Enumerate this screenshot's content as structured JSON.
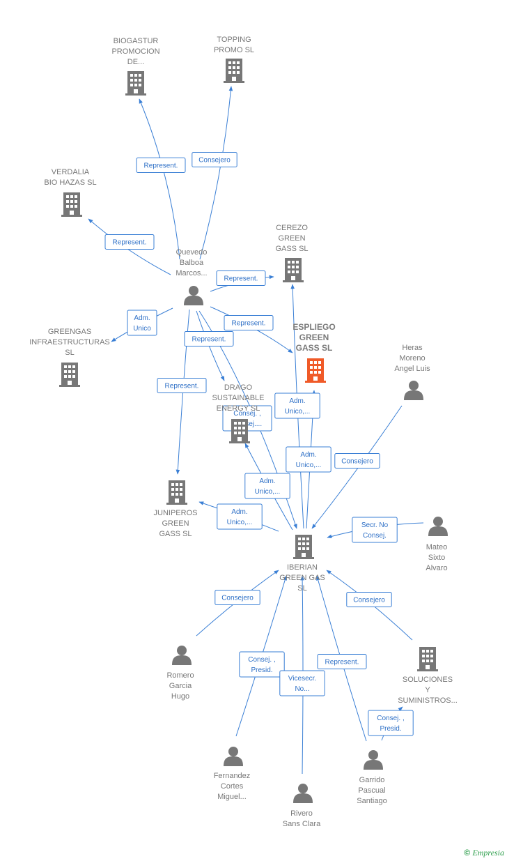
{
  "colors": {
    "edge": "#3a7fd5",
    "node": "#777777",
    "highlight": "#f05a28",
    "brand": "#2a9d49"
  },
  "nodes": [
    {
      "id": "biogastur",
      "type": "company",
      "label": [
        "BIOGASTUR",
        "PROMOCION",
        "DE..."
      ]
    },
    {
      "id": "topping",
      "type": "company",
      "label": [
        "TOPPING",
        "PROMO SL"
      ]
    },
    {
      "id": "verdalia",
      "type": "company",
      "label": [
        "VERDALIA",
        "BIO HAZAS  SL"
      ]
    },
    {
      "id": "cerezo",
      "type": "company",
      "label": [
        "CEREZO",
        "GREEN",
        "GASS  SL"
      ]
    },
    {
      "id": "quevedo",
      "type": "person",
      "label": [
        "Quevedo",
        "Balboa",
        "Marcos..."
      ]
    },
    {
      "id": "greengas",
      "type": "company",
      "label": [
        "GREENGAS",
        "INFRAESTRUCTURAS",
        "SL"
      ]
    },
    {
      "id": "espliego",
      "type": "company-main",
      "label": [
        "ESPLIEGO",
        "GREEN",
        "GASS  SL"
      ]
    },
    {
      "id": "heras",
      "type": "person",
      "label": [
        "Heras",
        "Moreno",
        "Angel Luis"
      ]
    },
    {
      "id": "drago",
      "type": "company",
      "label": [
        "DRAGO",
        "SUSTAINABLE",
        "ENERGY SL"
      ]
    },
    {
      "id": "juniperos",
      "type": "company",
      "label": [
        "JUNIPEROS",
        "GREEN",
        "GASS  SL"
      ]
    },
    {
      "id": "iberian",
      "type": "company",
      "label": [
        "IBERIAN",
        "GREEN GAS",
        "SL"
      ]
    },
    {
      "id": "mateo",
      "type": "person",
      "label": [
        "Mateo",
        "Sixto",
        "Alvaro"
      ]
    },
    {
      "id": "romero",
      "type": "person",
      "label": [
        "Romero",
        "Garcia",
        "Hugo"
      ]
    },
    {
      "id": "soluciones",
      "type": "company",
      "label": [
        "SOLUCIONES",
        "Y",
        "SUMINISTROS..."
      ]
    },
    {
      "id": "fernandez",
      "type": "person",
      "label": [
        "Fernandez",
        "Cortes",
        "Miguel..."
      ]
    },
    {
      "id": "garrido",
      "type": "person",
      "label": [
        "Garrido",
        "Pascual",
        "Santiago"
      ]
    },
    {
      "id": "rivero",
      "type": "person",
      "label": [
        "Rivero",
        "Sans Clara"
      ]
    }
  ],
  "edges": [
    {
      "from": "quevedo",
      "to": "biogastur",
      "label": [
        "Represent."
      ]
    },
    {
      "from": "quevedo",
      "to": "topping",
      "label": [
        "Consejero"
      ]
    },
    {
      "from": "quevedo",
      "to": "verdalia",
      "label": [
        "Represent."
      ]
    },
    {
      "from": "quevedo",
      "to": "cerezo",
      "label": [
        "Represent."
      ]
    },
    {
      "from": "quevedo",
      "to": "greengas",
      "label": [
        "Adm.",
        "Unico"
      ]
    },
    {
      "from": "quevedo",
      "to": "espliego",
      "label": [
        "Represent."
      ]
    },
    {
      "from": "quevedo",
      "to": "drago",
      "label": [
        "Represent."
      ]
    },
    {
      "from": "quevedo",
      "to": "juniperos",
      "label": [
        "Represent."
      ]
    },
    {
      "from": "quevedo",
      "to": "iberian",
      "label": [
        "Consej. ,",
        "Consej...."
      ]
    },
    {
      "from": "iberian",
      "to": "cerezo",
      "label": [
        "Adm.",
        "Unico,..."
      ]
    },
    {
      "from": "iberian",
      "to": "espliego",
      "label": [
        "Adm.",
        "Unico,..."
      ]
    },
    {
      "from": "iberian",
      "to": "drago",
      "label": [
        "Adm.",
        "Unico,..."
      ]
    },
    {
      "from": "iberian",
      "to": "juniperos",
      "label": [
        "Adm.",
        "Unico,..."
      ]
    },
    {
      "from": "heras",
      "to": "iberian",
      "label": [
        "Consejero"
      ]
    },
    {
      "from": "mateo",
      "to": "iberian",
      "label": [
        "Secr.  No",
        "Consej."
      ]
    },
    {
      "from": "romero",
      "to": "iberian",
      "label": [
        "Consejero"
      ]
    },
    {
      "from": "soluciones",
      "to": "iberian",
      "label": [
        "Consejero"
      ]
    },
    {
      "from": "fernandez",
      "to": "iberian",
      "label": [
        "Consej. ,",
        "Presid."
      ]
    },
    {
      "from": "rivero",
      "to": "iberian",
      "label": [
        "Vicesecr.",
        "No..."
      ]
    },
    {
      "from": "garrido",
      "to": "iberian",
      "label": [
        "Represent."
      ]
    },
    {
      "from": "garrido",
      "to": "soluciones",
      "label": [
        "Consej. ,",
        "Presid."
      ]
    }
  ],
  "footer": {
    "copyright": "©",
    "brand": "Empresia"
  }
}
